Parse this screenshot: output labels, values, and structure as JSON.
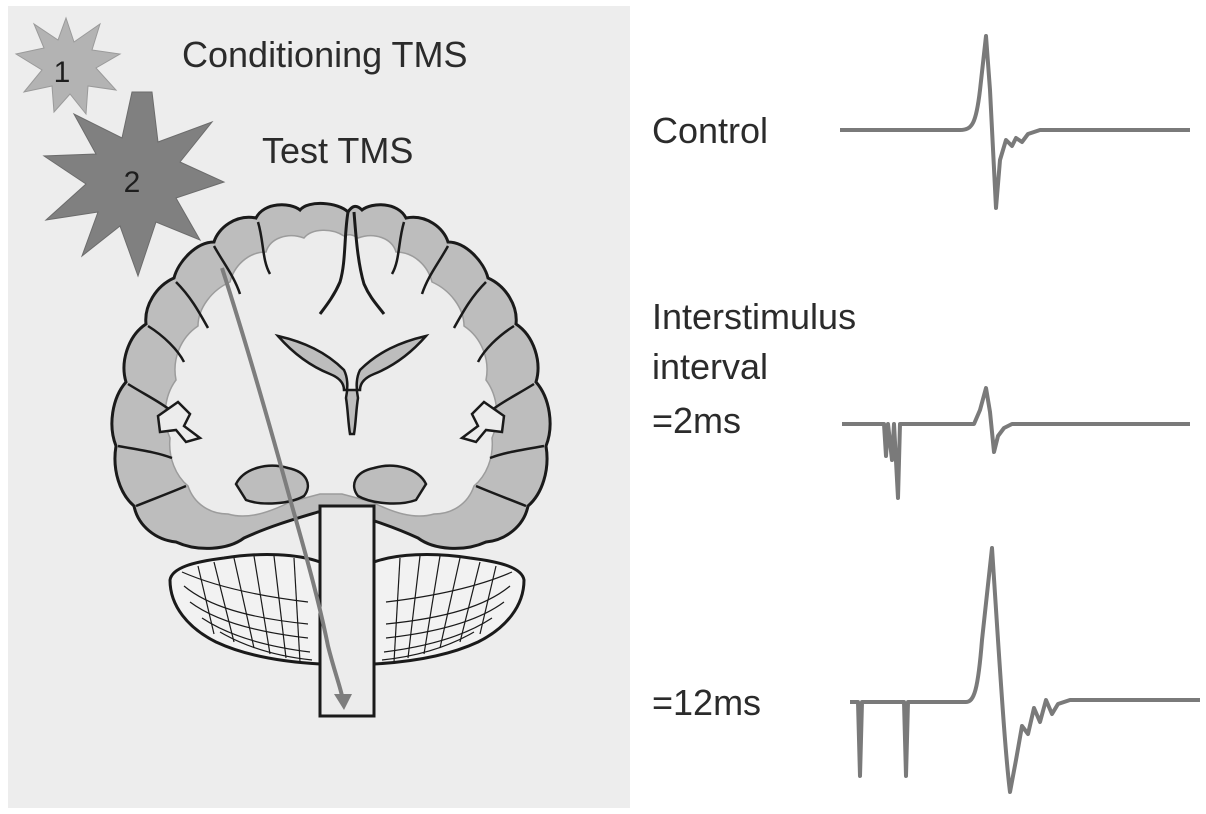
{
  "labels": {
    "conditioning": "Conditioning TMS",
    "test": "Test TMS",
    "control": "Control",
    "isi_line1": "Interstimulus",
    "isi_line2": "interval",
    "isi_2ms": "=2ms",
    "isi_12ms": "=12ms"
  },
  "stimuli": [
    {
      "number": "1",
      "color": "#b3b3b3"
    },
    {
      "number": "2",
      "color": "#808080"
    }
  ],
  "colors": {
    "panel_bg": "#ededed",
    "trace": "#7a7a7a",
    "outline": "#1a1a1a",
    "gray_matter": "#bdbdbd",
    "white_matter": "#ececec",
    "pathway_arrow": "#7d7d7d"
  }
}
